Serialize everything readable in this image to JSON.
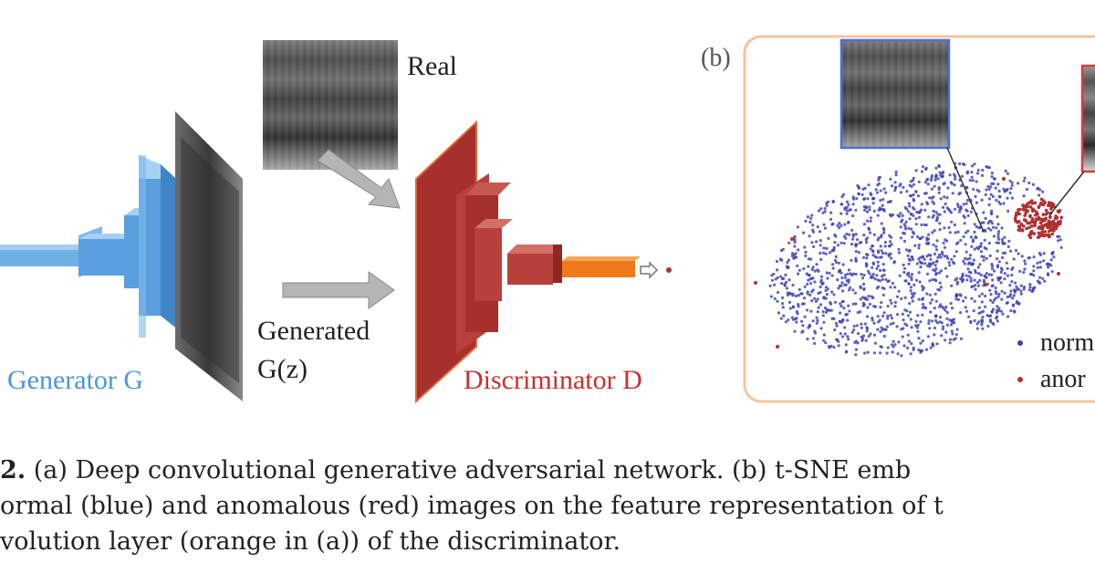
{
  "panel_a": {
    "real_label": "Real",
    "generated_label_line1": "Generated",
    "generated_label_line2": "G(z)",
    "generator_label": "Generator G",
    "discriminator_label": "Discriminator D"
  },
  "panel_b": {
    "panel_label": "(b)",
    "legend": [
      {
        "label": "norm",
        "color": "#3a3fb0"
      },
      {
        "label": "anor",
        "color": "#b03030"
      }
    ]
  },
  "colors": {
    "generator": "#5aa0de",
    "discriminator": "#a5302c",
    "orange_layer": "#f07a1a",
    "panel_border": "#f3c59c",
    "normal_points": "#3a3fb0",
    "anomalous_points": "#b03030"
  },
  "caption": {
    "fig_num": "2.",
    "line1_rest": " (a) Deep convolutional generative adversarial network. (b) t-SNE emb",
    "line2": "ormal (blue) and anomalous (red) images on the feature representation of t",
    "line3": "volution layer (orange in (a)) of the discriminator."
  }
}
